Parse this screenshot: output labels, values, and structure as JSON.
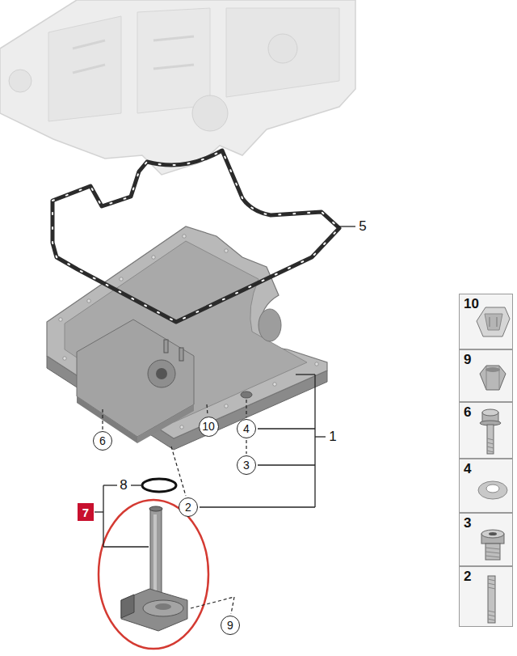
{
  "diagram": {
    "nodes": [
      {
        "text": [
          "10"
        ]
      },
      {
        "text": [
          "4"
        ]
      },
      {
        "text": [
          "6"
        ]
      },
      {
        "text": [
          "3"
        ]
      },
      {
        "text": [
          "2"
        ]
      },
      {
        "text": [
          "7"
        ]
      },
      {
        "text": [
          "9"
        ]
      },
      {
        "text": [
          "10"
        ]
      },
      {
        "text": [
          "9"
        ]
      },
      {
        "text": [
          "6"
        ]
      },
      {
        "text": [
          "4"
        ]
      },
      {
        "text": [
          "3"
        ]
      },
      {
        "text": [
          "2"
        ]
      }
    ],
    "labels": [
      "5",
      "1",
      "8"
    ]
  }
}
